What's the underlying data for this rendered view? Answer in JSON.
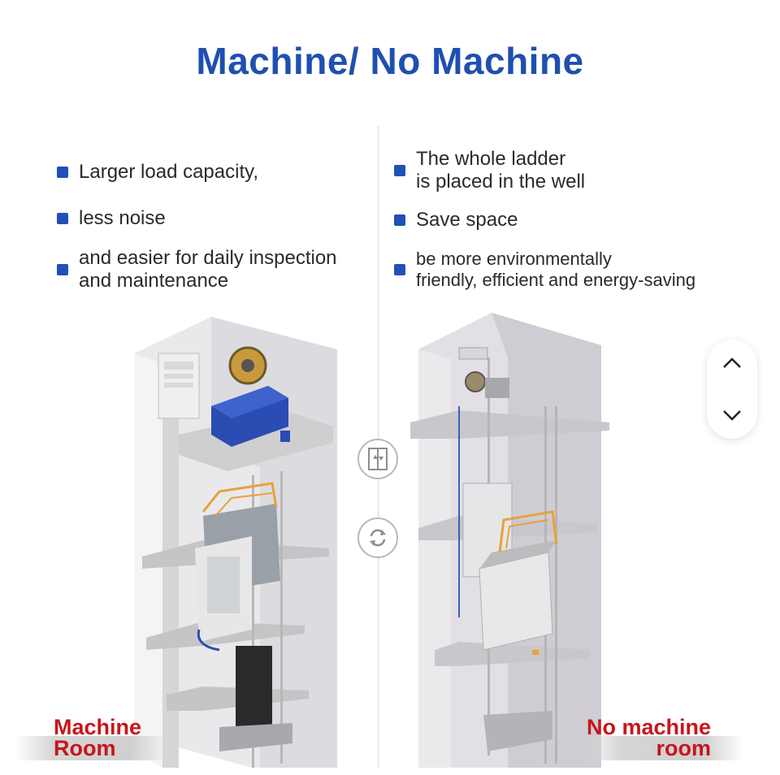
{
  "title": "Machine/ No Machine",
  "left": {
    "bullets": [
      "Larger load capacity,",
      "less noise",
      "and easier for daily inspection\nand maintenance"
    ],
    "label": "Machine\nRoom"
  },
  "right": {
    "bullets": [
      "The whole ladder\nis placed in the well",
      "Save space",
      "be more environmentally\nfriendly, efficient and energy-saving"
    ],
    "label": "No machine\nroom"
  },
  "colors": {
    "title": "#1f4fb0",
    "bullet": "#2250b8",
    "label": "#c8151b"
  },
  "icons": [
    "elevator-icon",
    "switch-arrows-icon",
    "chevron-up-icon",
    "chevron-down-icon"
  ]
}
